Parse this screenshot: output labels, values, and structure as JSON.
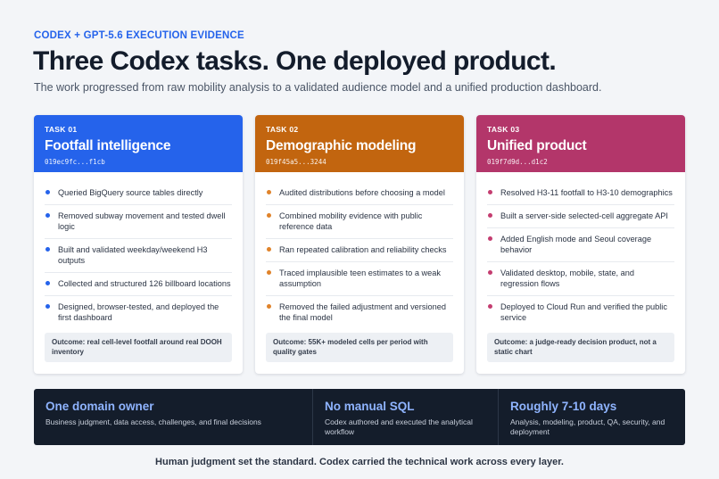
{
  "header": {
    "eyebrow": "CODEX + GPT-5.6 EXECUTION EVIDENCE",
    "title": "Three Codex tasks. One deployed product.",
    "subtitle": "The work progressed from raw mobility analysis to a validated audience model and a unified production dashboard."
  },
  "cards": [
    {
      "tag": "TASK 01",
      "title": "Footfall intelligence",
      "hash": "019ec9fc...f1cb",
      "color": "#2563eb",
      "items": [
        "Queried BigQuery source tables directly",
        "Removed subway movement and tested dwell logic",
        "Built and validated weekday/weekend H3 outputs",
        "Collected and structured 126 billboard locations",
        "Designed, browser-tested, and deployed the first dashboard"
      ],
      "outcome": "Outcome: real cell-level footfall around real DOOH inventory"
    },
    {
      "tag": "TASK 02",
      "title": "Demographic modeling",
      "hash": "019f45a5...3244",
      "color": "#c2650f",
      "items": [
        "Audited distributions before choosing a model",
        "Combined mobility evidence with public reference data",
        "Ran repeated calibration and reliability checks",
        "Traced implausible teen estimates to a weak assumption",
        "Removed the failed adjustment and versioned the final model"
      ],
      "outcome": "Outcome: 55K+ modeled cells per period with quality gates"
    },
    {
      "tag": "TASK 03",
      "title": "Unified product",
      "hash": "019f7d9d...d1c2",
      "color": "#b3366a",
      "items": [
        "Resolved H3-11 footfall to H3-10 demographics",
        "Built a server-side selected-cell aggregate API",
        "Added English mode and Seoul coverage behavior",
        "Validated desktop, mobile, state, and regression flows",
        "Deployed to Cloud Run and verified the public service"
      ],
      "outcome": "Outcome: a judge-ready decision product, not a static chart"
    }
  ],
  "stats": [
    {
      "value": "One domain owner",
      "desc": "Business judgment, data access, challenges, and final decisions"
    },
    {
      "value": "No manual SQL",
      "desc": "Codex authored and executed the analytical workflow"
    },
    {
      "value": "Roughly 7-10 days",
      "desc": "Analysis, modeling, product, QA, security, and deployment"
    }
  ],
  "footer": "Human judgment set the standard. Codex carried the technical work across every layer."
}
